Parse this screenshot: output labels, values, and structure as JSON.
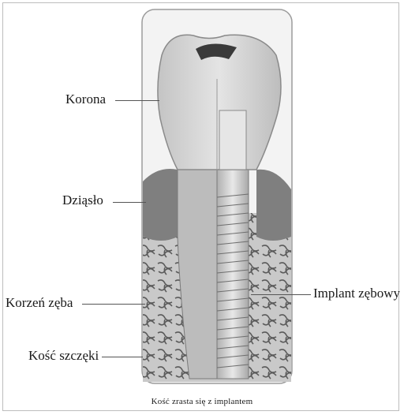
{
  "labels": {
    "crown": "Korona",
    "gum": "Dziąsło",
    "root": "Korzeń zęba",
    "jaw_bone": "Kość szczęki",
    "implant": "Implant zębowy"
  },
  "caption": "Kość zrasta się z implantem",
  "colors": {
    "line": "#555555",
    "tooth": "#d9d9d9",
    "gum": "#8a8a8a",
    "bone": "#b8b8b8",
    "implant": "#cfcfcf"
  }
}
